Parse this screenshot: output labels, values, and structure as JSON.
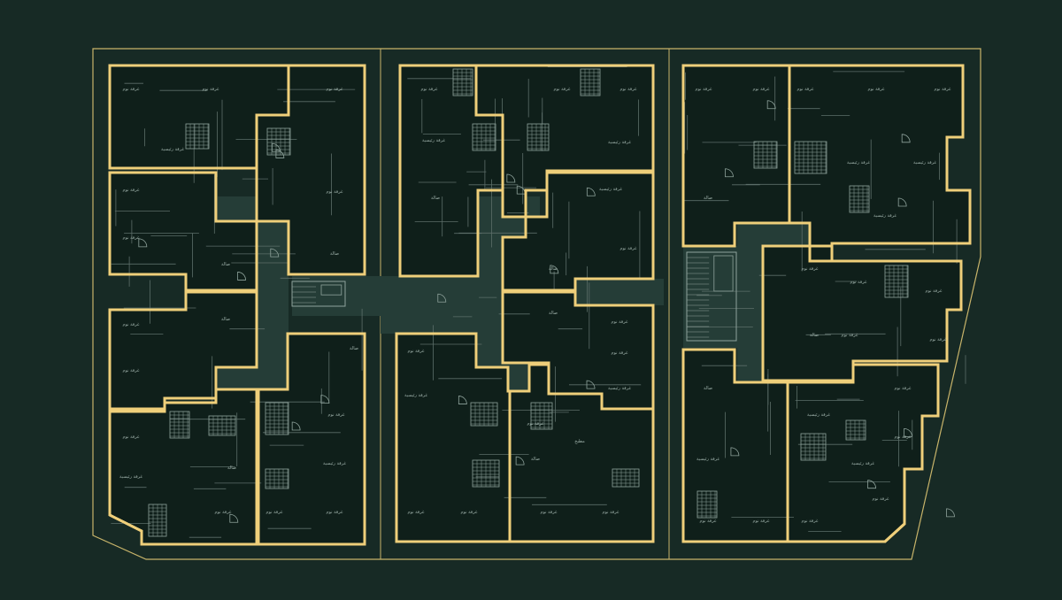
{
  "colors": {
    "background": "#172a25",
    "plot_outline": "#c8b46a",
    "unit_outline": "#efcf7a",
    "unit_fill": "#0f1f1a",
    "corridor_fill": "#253d37",
    "interior_lines": "#5c6e69",
    "stair_lines": "#8fa39c"
  },
  "room_labels": {
    "bedroom": "غرفة نوم",
    "master_bedroom": "غرفة رئيسية",
    "living": "صالة",
    "kitchen": "مطبخ"
  }
}
